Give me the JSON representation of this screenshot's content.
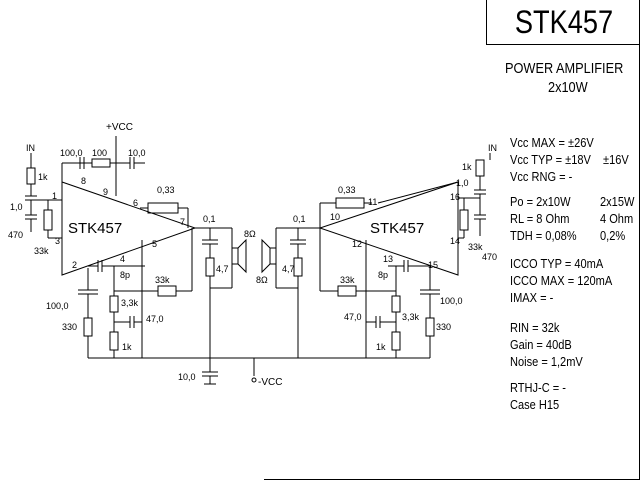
{
  "title": "STK457",
  "subtitle_line1": "POWER AMPLIFIER",
  "subtitle_line2": "2x10W",
  "specs": [
    {
      "label": "Vcc MAX = ±26V",
      "alt": ""
    },
    {
      "label": "Vcc TYP = ±18V",
      "alt": "±16V"
    },
    {
      "label": "Vcc RNG = -",
      "alt": ""
    },
    {
      "label": "Po = 2x10W",
      "alt": "2x15W"
    },
    {
      "label": "RL = 8 Ohm",
      "alt": "4 Ohm"
    },
    {
      "label": "TDH = 0,08%",
      "alt": "0,2%"
    },
    {
      "label": "ICCO TYP = 40mA",
      "alt": ""
    },
    {
      "label": "ICCO MAX = 120mA",
      "alt": ""
    },
    {
      "label": "IMAX = -",
      "alt": ""
    },
    {
      "label": "RIN = 32k",
      "alt": ""
    },
    {
      "label": "Gain = 40dB",
      "alt": ""
    },
    {
      "label": "Noise = 1,2mV",
      "alt": ""
    },
    {
      "label": "RTHJ-C = -",
      "alt": ""
    },
    {
      "label": "Case H15",
      "alt": ""
    }
  ],
  "schematic": {
    "chip_label": "STK457",
    "vcc_plus": "+VCC",
    "vcc_minus": "-VCC",
    "in_left": "IN",
    "in_right": "IN",
    "left": {
      "pins": [
        "1",
        "3",
        "8",
        "9",
        "6",
        "7",
        "2",
        "4",
        "5"
      ],
      "components": [
        "100,0",
        "100",
        "10,0",
        "1k",
        "1,0",
        "470",
        "33k",
        "0,33",
        "8p",
        "33k",
        "100,0",
        "330",
        "3,3k",
        "1k",
        "47,0",
        "0,1",
        "4,7",
        "8Ω"
      ]
    },
    "right": {
      "pins": [
        "10",
        "11",
        "16",
        "14",
        "12",
        "13",
        "15"
      ],
      "components": [
        "0,33",
        "1k",
        "1,0",
        "470",
        "33k",
        "8p",
        "33k",
        "100,0",
        "330",
        "3,3k",
        "47,0",
        "1k",
        "0,1",
        "4,7",
        "8Ω"
      ]
    },
    "supply_cap": "10,0"
  }
}
